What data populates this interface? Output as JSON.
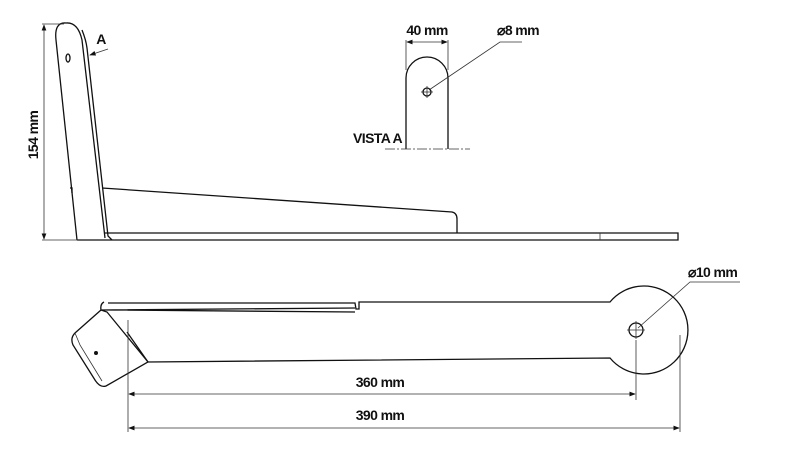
{
  "side_view": {
    "height_label": "154 mm",
    "view_marker": "A"
  },
  "view_a": {
    "title": "VISTA A",
    "width_label": "40 mm",
    "hole_label": "⌀8 mm"
  },
  "top_view": {
    "hole_label": "⌀10 mm",
    "hole_distance_label": "360 mm",
    "total_length_label": "390 mm"
  }
}
